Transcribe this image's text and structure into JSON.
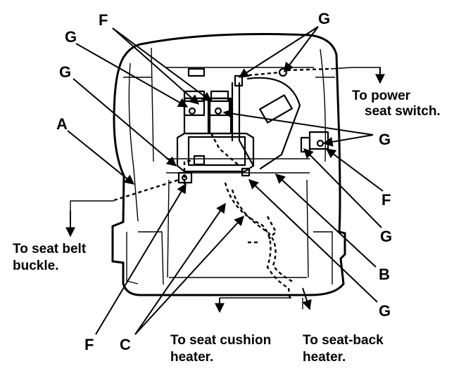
{
  "callouts": {
    "A": "A",
    "B": "B",
    "C": "C",
    "F": "F",
    "G": "G"
  },
  "notes": {
    "power_seat_switch": [
      "To power",
      "seat switch."
    ],
    "seat_belt_buckle": [
      "To seat belt",
      "buckle."
    ],
    "seat_cushion_heater": [
      "To seat cushion",
      "heater."
    ],
    "seat_back_heater": [
      "To seat-back",
      "heater."
    ]
  }
}
